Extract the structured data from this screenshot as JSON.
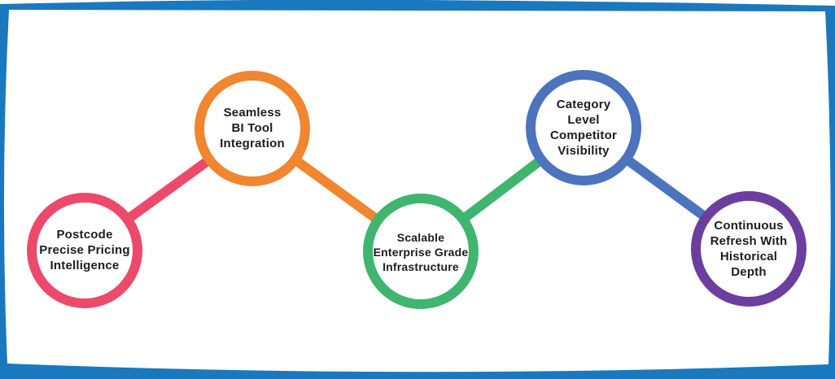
{
  "frame": {
    "border_color": "#1A78BE",
    "background_color": "#FFFFFF"
  },
  "diagram": {
    "text_color": "#1D1D1D",
    "nodes": [
      {
        "id": "postcode-precise-pricing-intelligence",
        "color": "#EC4A6A",
        "lines": [
          "Postcode",
          "Precise Pricing",
          "Intelligence"
        ]
      },
      {
        "id": "seamless-bi-tool-integration",
        "color": "#F0862F",
        "lines": [
          "Seamless",
          "BI Tool",
          "Integration"
        ]
      },
      {
        "id": "scalable-enterprise-grade-infrastructure",
        "color": "#3FB56F",
        "lines": [
          "Scalable",
          "Enterprise Grade",
          "Infrastructure"
        ]
      },
      {
        "id": "category-level-competitor-visibility",
        "color": "#4C73BE",
        "lines": [
          "Category",
          "Level",
          "Competitor",
          "Visibility"
        ]
      },
      {
        "id": "continuous-refresh-with-historical-depth",
        "color": "#6C3E9E",
        "lines": [
          "Continuous",
          "Refresh With",
          "Historical",
          "Depth"
        ]
      }
    ],
    "links": [
      {
        "from": "postcode-precise-pricing-intelligence",
        "to": "seamless-bi-tool-integration",
        "color": "#EC4A6A"
      },
      {
        "from": "seamless-bi-tool-integration",
        "to": "scalable-enterprise-grade-infrastructure",
        "color": "#F0862F"
      },
      {
        "from": "scalable-enterprise-grade-infrastructure",
        "to": "category-level-competitor-visibility",
        "color": "#3FB56F"
      },
      {
        "from": "category-level-competitor-visibility",
        "to": "continuous-refresh-with-historical-depth",
        "color": "#4C73BE"
      }
    ]
  }
}
